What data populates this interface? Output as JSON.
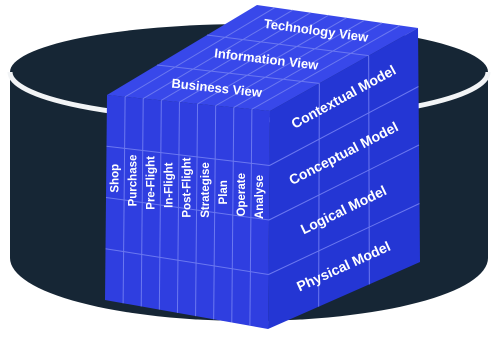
{
  "colors": {
    "cylinder_fill": "#162635",
    "cylinder_edge": "#e8ecef",
    "cube_front": "#2f3ee0",
    "cube_top": "#3848ea",
    "cube_side": "#2436d4",
    "grid_line": "#6b78f0",
    "label": "#ffffff"
  },
  "cube": {
    "top_views": [
      "Technology View",
      "Information View",
      "Business View"
    ],
    "side_models": [
      "Contextual Model",
      "Conceptual Model",
      "Logical Model",
      "Physical Model"
    ],
    "front_columns": [
      "Shop",
      "Purchase",
      "Pre-Flight",
      "In-Flight",
      "Post-Flight",
      "Strategise",
      "Plan",
      "Operate",
      "Analyse"
    ]
  }
}
